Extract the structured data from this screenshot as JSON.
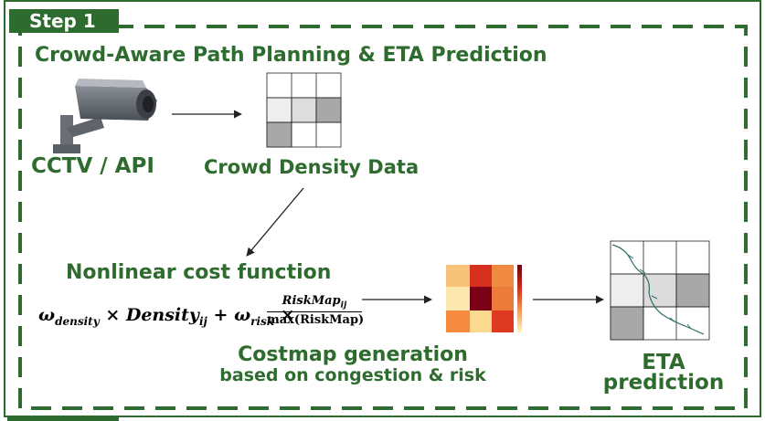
{
  "step": {
    "label": "Step 1"
  },
  "title": "Crowd-Aware Path Planning & ETA Prediction",
  "nodes": {
    "cctv_label": "CCTV / API",
    "density_label": "Crowd Density Data",
    "cost_function_label": "Nonlinear cost function",
    "costmap_label_line1": "Costmap generation",
    "costmap_label_line2": "based on congestion & risk",
    "eta_label_line1": "ETA",
    "eta_label_line2": "prediction"
  },
  "formula": {
    "w_density": "ω",
    "w_density_sub": "density",
    "times1": "×",
    "density": "Density",
    "density_sub": "ij",
    "plus": "+",
    "w_risk": "ω",
    "w_risk_sub": "risk",
    "times2": "×",
    "numerator": "RiskMap",
    "numerator_sub": "ij",
    "denominator": "max(RiskMap)"
  },
  "colors": {
    "theme_green": "#2e6b2e",
    "grid_dark": "#a8a8a8",
    "grid_light": "#dcdcdc",
    "grid_lighter": "#eeeeee"
  }
}
